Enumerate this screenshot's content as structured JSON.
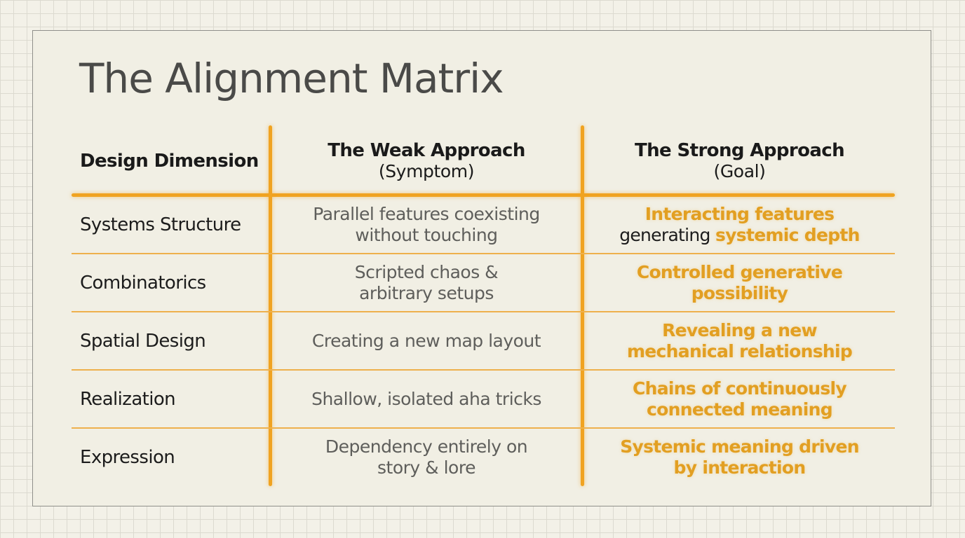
{
  "title": "The Alignment Matrix",
  "accent_color": "#f0a321",
  "header": {
    "dimension": "Design Dimension",
    "weak_title": "The Weak Approach",
    "weak_subtitle": "(Symptom)",
    "strong_title": "The Strong Approach",
    "strong_subtitle": "(Goal)"
  },
  "rows": [
    {
      "dimension": "Systems Structure",
      "weak": [
        "Parallel features coexisting",
        "without touching"
      ],
      "strong": {
        "line1": "Interacting features",
        "line2_plain": "generating ",
        "line2_highlight": "systemic depth"
      }
    },
    {
      "dimension": "Combinatorics",
      "weak": [
        "Scripted chaos &",
        "arbitrary setups"
      ],
      "strong": [
        "Controlled generative",
        "possibility"
      ]
    },
    {
      "dimension": "Spatial Design",
      "weak": [
        "Creating a new map layout"
      ],
      "strong": [
        "Revealing a new",
        "mechanical relationship"
      ]
    },
    {
      "dimension": "Realization",
      "weak": [
        "Shallow, isolated aha tricks"
      ],
      "strong": [
        "Chains of continuously",
        "connected meaning"
      ]
    },
    {
      "dimension": "Expression",
      "weak": [
        "Dependency entirely on",
        "story & lore"
      ],
      "strong": [
        "Systemic meaning driven",
        "by interaction"
      ]
    }
  ]
}
